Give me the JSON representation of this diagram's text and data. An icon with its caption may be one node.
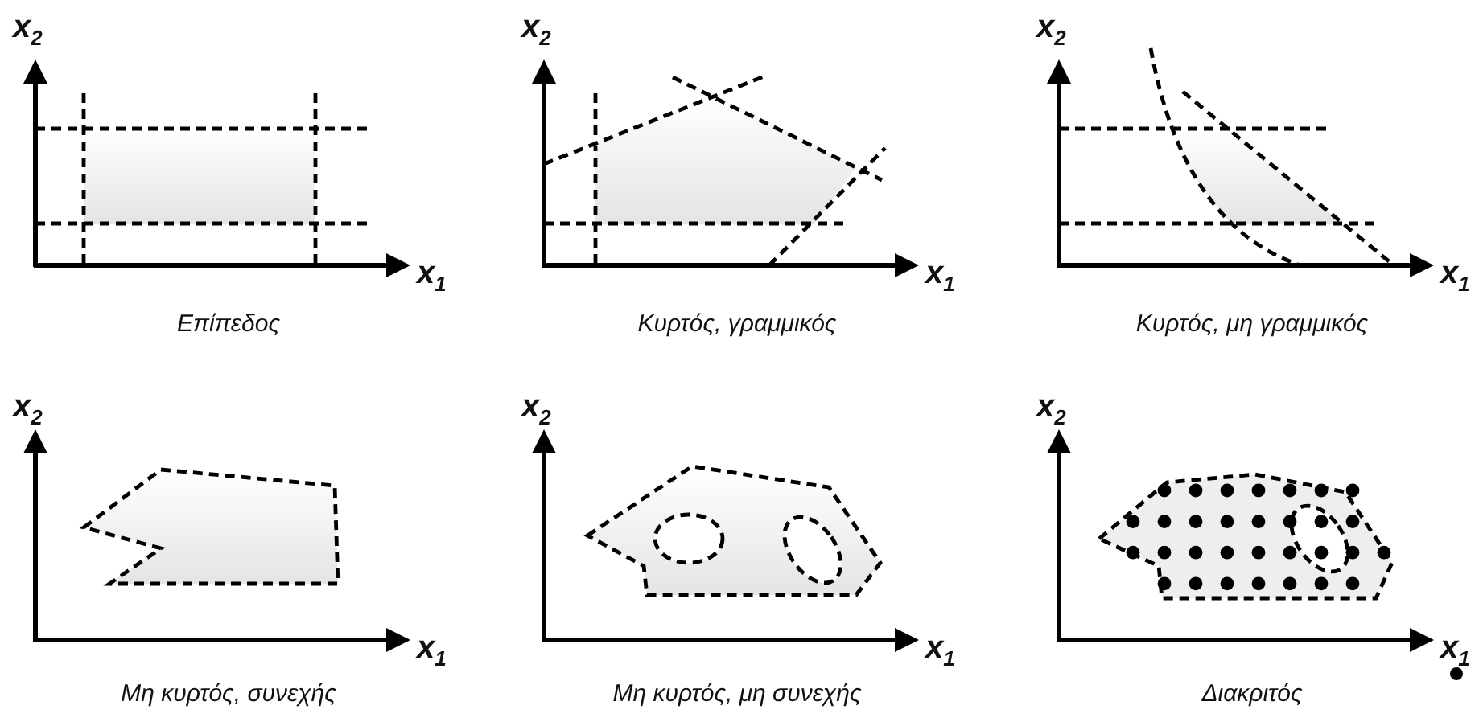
{
  "diagram": {
    "labels": [
      "x$_{2}$",
      "x$_{2}$",
      "x$_{2}$",
      "x$_{1}$",
      "x$_{1}$",
      "x$_{1}$",
      "Επίπεδος",
      "Κυρτός, γραμμικός",
      "Κυρτός, μη γραμμικός",
      "x$_{2}$",
      "x$_{2}$",
      "x$_{2}$",
      "x$_{1}$",
      "x$_{1}$",
      "x$_{1}$",
      "Μη κυρτός, συνεχής",
      "Μη κυρτός, μη συνεχής",
      "Διακριτός"
    ]
  }
}
